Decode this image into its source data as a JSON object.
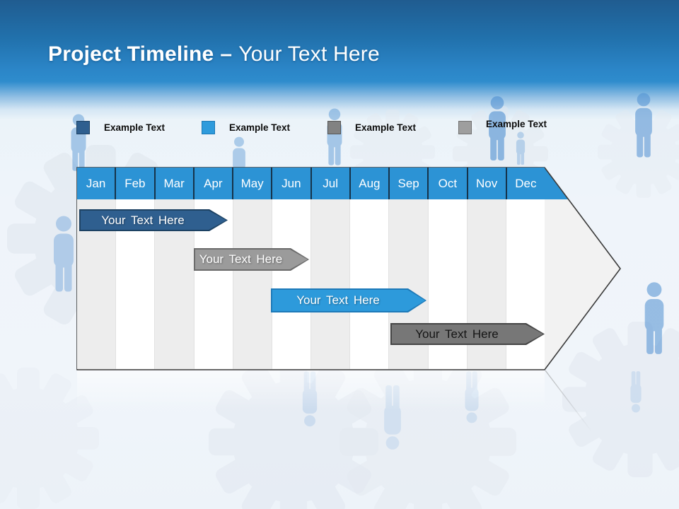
{
  "slide": {
    "title": {
      "bold": "Project Timeline",
      "separator": "–",
      "light": "Your Text Here"
    }
  },
  "legend": {
    "items": [
      {
        "label": "Example Text",
        "color": "#2F5F8F",
        "border_color": "#1D4263"
      },
      {
        "label": "Example Text",
        "color": "#2E9BDC",
        "border_color": "#1B78B5"
      },
      {
        "label": "Example Text",
        "color": "#828282",
        "border_color": "#555555"
      },
      {
        "label": "Example Text",
        "color": "#9E9E9E",
        "border_color": "#717171"
      }
    ]
  },
  "timeline": {
    "months": [
      "Jan",
      "Feb",
      "Mar",
      "Apr",
      "May",
      "Jun",
      "Jul",
      "Aug",
      "Sep",
      "Oct",
      "Nov",
      "Dec"
    ],
    "header_color": "#2C93D5",
    "bars": [
      {
        "label": "Your Text Here",
        "color": "#2F5F8F",
        "border_color": "#1D4263",
        "text_color": "#FFFFFF",
        "start": "Jan",
        "end": "Apr"
      },
      {
        "label": "Your Text Here",
        "color": "#9B9B9B",
        "border_color": "#6B6B6B",
        "text_color": "#FFFFFF",
        "start": "Apr",
        "end": "Jun"
      },
      {
        "label": "Your Text Here",
        "color": "#2D9ADB",
        "border_color": "#1E7AB8",
        "text_color": "#FFFFFF",
        "start": "Jun",
        "end": "Sep"
      },
      {
        "label": "Your Text Here",
        "color": "#777777",
        "border_color": "#454545",
        "text_color": "#151515",
        "start": "Sep",
        "end": "Dec"
      }
    ]
  },
  "chart_data": {
    "type": "bar",
    "variant": "gantt-timeline",
    "title": "Project Timeline – Your Text Here",
    "categories": [
      "Jan",
      "Feb",
      "Mar",
      "Apr",
      "May",
      "Jun",
      "Jul",
      "Aug",
      "Sep",
      "Oct",
      "Nov",
      "Dec"
    ],
    "series": [
      {
        "name": "Your Text Here",
        "color": "#2F5F8F",
        "start_month": "Jan",
        "end_month": "Apr"
      },
      {
        "name": "Your Text Here",
        "color": "#9B9B9B",
        "start_month": "Apr",
        "end_month": "Jun"
      },
      {
        "name": "Your Text Here",
        "color": "#2D9ADB",
        "start_month": "Jun",
        "end_month": "Sep"
      },
      {
        "name": "Your Text Here",
        "color": "#777777",
        "start_month": "Sep",
        "end_month": "Dec"
      }
    ],
    "legend_entries": [
      "Example Text",
      "Example Text",
      "Example Text",
      "Example Text"
    ],
    "legend_position": "top",
    "grid": "vertical-month-stripes"
  },
  "colors": {
    "header_gradient_top": "#205C90",
    "header_gradient_mid": "#2B85C7",
    "page_background": "#F0F5FA",
    "month_header": "#2C93D5",
    "month_divider": "#16334A",
    "stripe_gray": "#EDEDED",
    "arrow_body": "#F2F2F2",
    "arrow_outline": "#3A3A3A"
  }
}
